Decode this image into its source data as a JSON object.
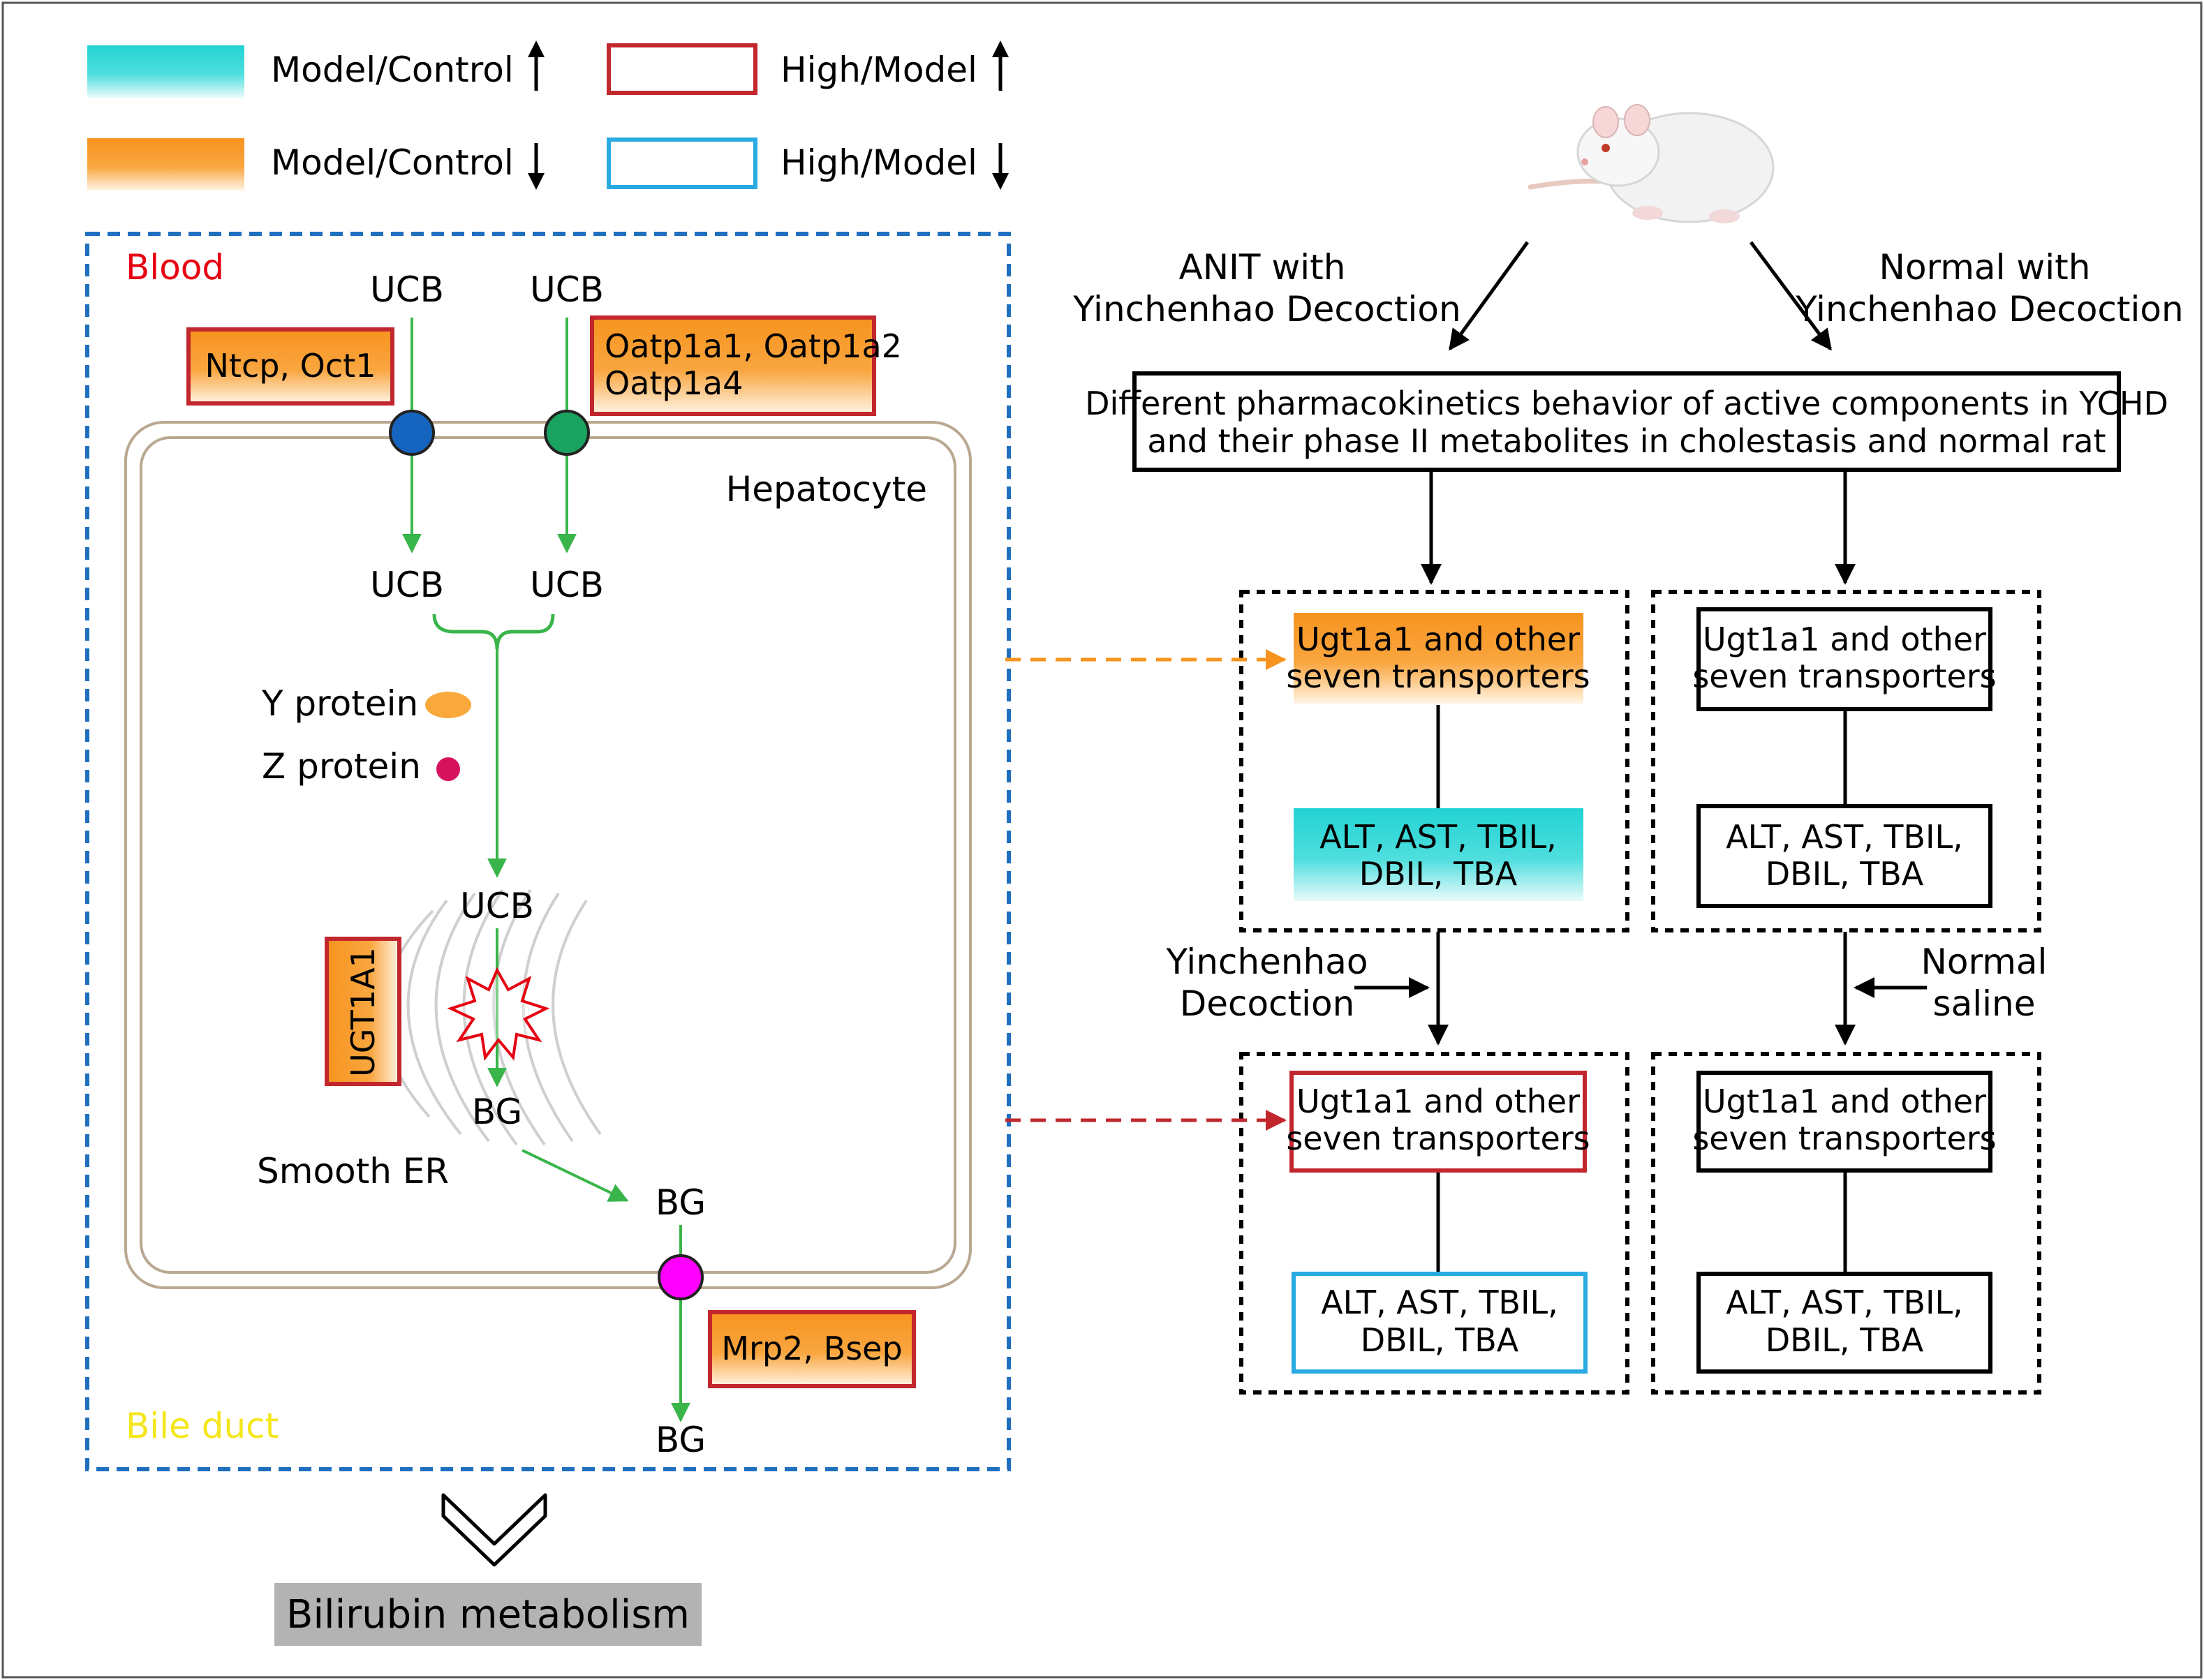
{
  "legend": {
    "items": [
      {
        "label": "Model/Control",
        "arrow": "up",
        "style": "gradient-cyan"
      },
      {
        "label": "Model/Control",
        "arrow": "down",
        "style": "gradient-orange"
      },
      {
        "label": "High/Model",
        "arrow": "up",
        "style": "outline-red"
      },
      {
        "label": "High/Model",
        "arrow": "down",
        "style": "outline-blue"
      }
    ]
  },
  "left_panel": {
    "blood_label": "Blood",
    "bile_duct_label": "Bile duct",
    "hepatocyte_label": "Hepatocyte",
    "ucb_top_1": "UCB",
    "ucb_top_2": "UCB",
    "ucb_mid_1": "UCB",
    "ucb_mid_2": "UCB",
    "ucb_er": "UCB",
    "bg_er": "BG",
    "bg_membrane": "BG",
    "bg_bottom": "BG",
    "y_protein": "Y protein",
    "z_protein": "Z protein",
    "smooth_er": "Smooth ER",
    "transporter_1": "Ntcp, Oct1",
    "transporter_2_line1": "Oatp1a1, Oatp1a2",
    "transporter_2_line2": "Oatp1a4",
    "enzyme": "UGT1A1",
    "transporter_3": "Mrp2, Bsep",
    "summary": "Bilirubin metabolism"
  },
  "right_panel": {
    "left_branch_line1": "ANIT with",
    "left_branch_line2": "Yinchenhao Decoction",
    "right_branch_line1": "Normal with",
    "right_branch_line2": "Yinchenhao Decoction",
    "main_line1": "Different pharmacokinetics behavior of active components in YCHD",
    "main_line2": "and their phase II metabolites in cholestasis and normal rat",
    "box_transporters_line1": "Ugt1a1 and other",
    "box_transporters_line2": "seven transporters",
    "box_indices_line1": "ALT, AST, TBIL,",
    "box_indices_line2": "DBIL, TBA",
    "treatment_left_line1": "Yinchenhao",
    "treatment_left_line2": "Decoction",
    "treatment_right_line1": "Normal",
    "treatment_right_line2": "saline"
  },
  "colors": {
    "cyan": "#22d3d3",
    "orange": "#f7931e",
    "red": "#c1272d",
    "blue": "#29abe2",
    "green": "#39b54a",
    "blood_red": "#e60012",
    "bile_yellow": "#f5e61b",
    "dash_blue": "#1f6fbf",
    "circle_blue": "#1565c0",
    "circle_green": "#1aa260",
    "circle_magenta": "#ff00ff",
    "y_protein": "#f9a93b",
    "z_protein": "#d6125c",
    "cell_border": "#b8a890",
    "summary_bg": "#b3b3b3"
  }
}
